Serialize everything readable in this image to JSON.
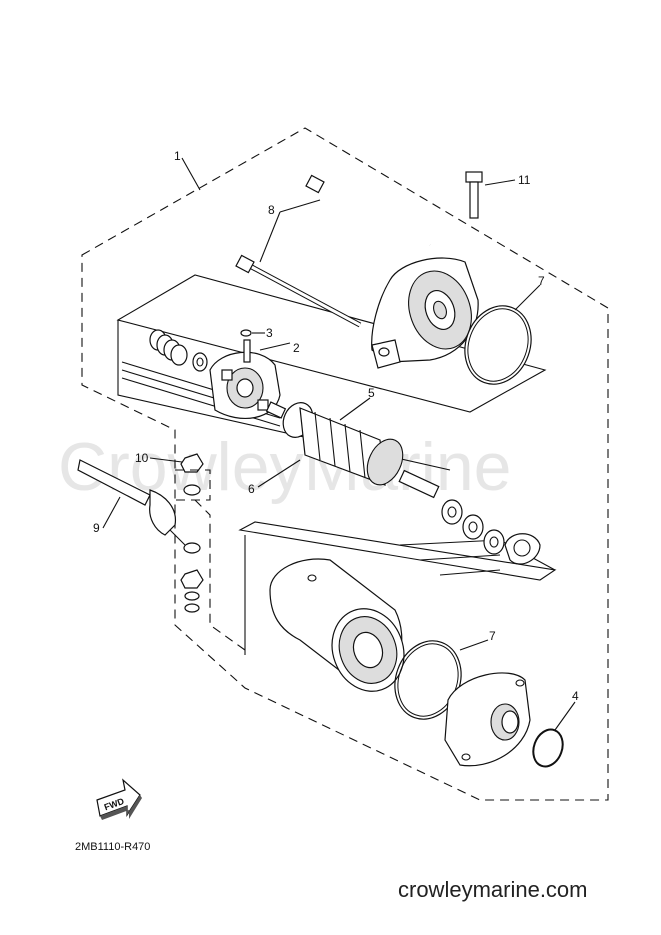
{
  "watermark": "CrowleyMarine",
  "callouts": [
    {
      "id": "c1",
      "text": "1"
    },
    {
      "id": "c2",
      "text": "2"
    },
    {
      "id": "c3",
      "text": "3"
    },
    {
      "id": "c4",
      "text": "4"
    },
    {
      "id": "c5",
      "text": "5"
    },
    {
      "id": "c6",
      "text": "6"
    },
    {
      "id": "c7a",
      "text": "7"
    },
    {
      "id": "c7b",
      "text": "7"
    },
    {
      "id": "c8",
      "text": "8"
    },
    {
      "id": "c9",
      "text": "9"
    },
    {
      "id": "c10",
      "text": "10"
    },
    {
      "id": "c11",
      "text": "11"
    }
  ],
  "fwd_badge": "FWD",
  "diagram_code": "2MB1110-R470",
  "site_url": "crowleymarine.com"
}
